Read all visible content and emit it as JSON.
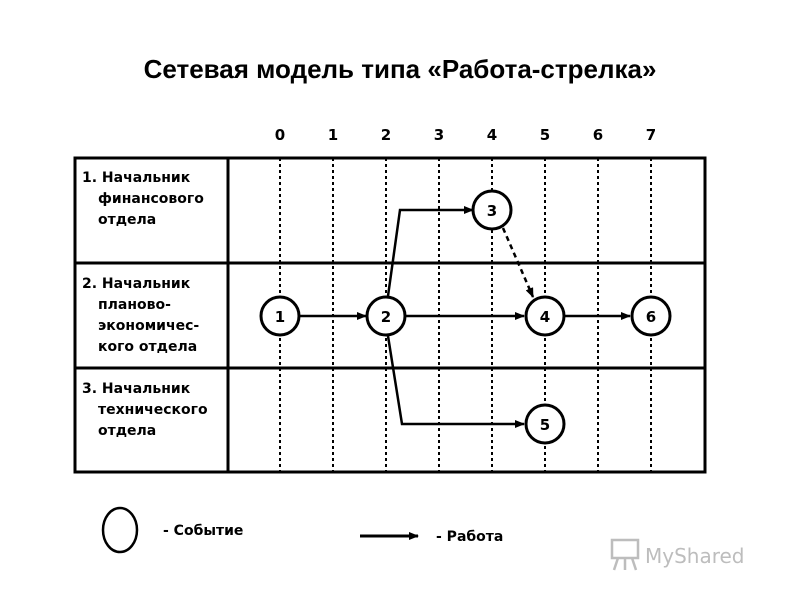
{
  "title": "Сетевая модель типа «Работа-стрелка»",
  "time_axis": [
    "0",
    "1",
    "2",
    "3",
    "4",
    "5",
    "6",
    "7"
  ],
  "rows": [
    {
      "lines": [
        "1. Начальник",
        "финансового",
        "отдела"
      ]
    },
    {
      "lines": [
        "2. Начальник",
        "планово-",
        "экономичес-",
        "кого отдела"
      ]
    },
    {
      "lines": [
        "3. Начальник",
        "технического",
        "отдела"
      ]
    }
  ],
  "events": [
    "1",
    "2",
    "3",
    "4",
    "5",
    "6"
  ],
  "legend": {
    "event": "- Событие",
    "work": "- Работа"
  },
  "watermark": "MyShared"
}
